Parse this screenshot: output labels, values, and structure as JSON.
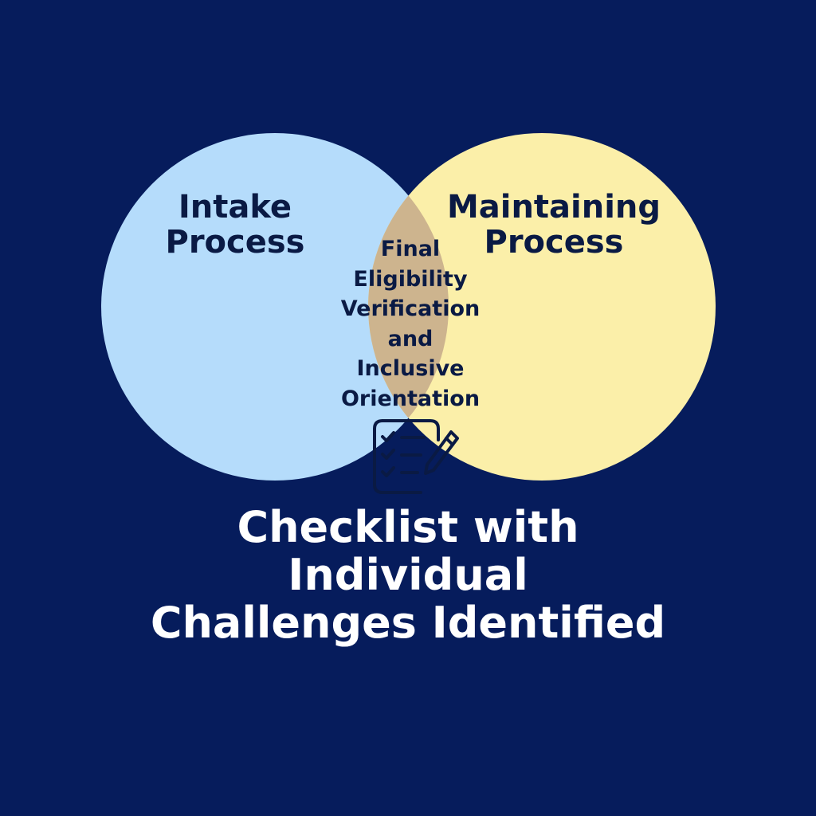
{
  "diagram": {
    "type": "venn",
    "left_set": {
      "label_lines": [
        "Intake",
        "Process"
      ],
      "color": "#b5dcfb"
    },
    "right_set": {
      "label_lines": [
        "Maintaining",
        "Process"
      ],
      "color": "#fbefa9"
    },
    "intersection": {
      "label_lines": [
        "Final",
        "Eligibility",
        "Verification",
        "and",
        "Inclusive",
        "Orientation"
      ],
      "color": "#cdb48e"
    },
    "icon": "checklist-with-pencil-icon",
    "caption_lines": [
      "Checklist with",
      "Individual",
      "Challenges Identified"
    ],
    "colors": {
      "background": "#061c5c",
      "label_text": "#0a1a44",
      "caption_text": "#ffffff"
    }
  }
}
